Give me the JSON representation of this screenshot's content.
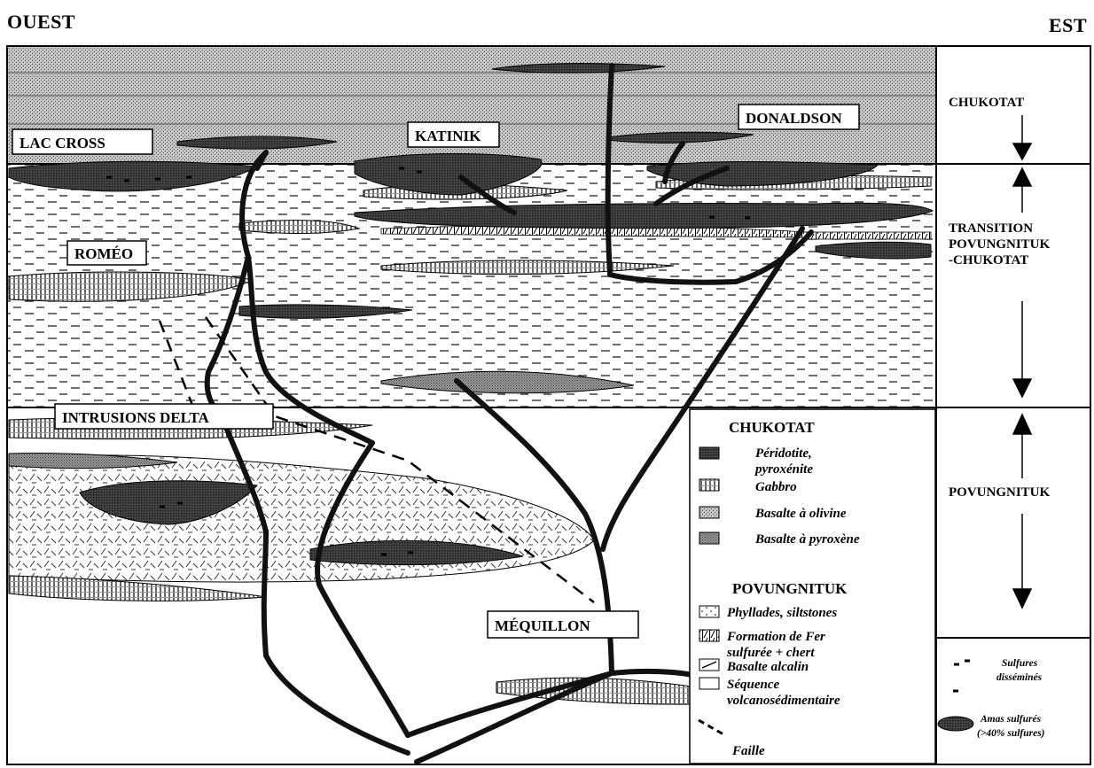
{
  "orientation": {
    "left": "OUEST",
    "right": "EST"
  },
  "deposits": {
    "lac_cross": "LAC CROSS",
    "katinik": "KATINIK",
    "donaldson": "DONALDSON",
    "romeo": "ROMÉO",
    "intrusions_delta": "INTRUSIONS DELTA",
    "mequillon": "MÉQUILLON"
  },
  "stratigraphy": {
    "chukotat": "CHUKOTAT",
    "transition": [
      "TRANSITION",
      "POVUNGNITUK",
      "-CHUKOTAT"
    ],
    "povungnituk": "POVUNGNITUK"
  },
  "legend": {
    "chukotat_title": "CHUKOTAT",
    "chukotat_items": [
      {
        "lines": [
          "Péridotite,",
          "pyroxénite"
        ],
        "swatch": "peridotite"
      },
      {
        "lines": [
          "Gabbro"
        ],
        "swatch": "gabbro"
      },
      {
        "lines": [
          "Basalte à olivine"
        ],
        "swatch": "basalt-olivine"
      },
      {
        "lines": [
          "Basalte à pyroxène"
        ],
        "swatch": "basalt-pyroxene"
      }
    ],
    "povungnituk_title": "POVUNGNITUK",
    "povungnituk_items": [
      {
        "lines": [
          "Phyllades, siltstones"
        ],
        "swatch": "phyllades"
      },
      {
        "lines": [
          "Formation de Fer",
          "sulfurée + chert"
        ],
        "swatch": "iron-formation"
      },
      {
        "lines": [
          "Basalte alcalin"
        ],
        "swatch": "alkaline-basalt"
      },
      {
        "lines": [
          "Séquence",
          "volcanosédimentaire"
        ],
        "swatch": "volcano-sedimentary"
      }
    ],
    "fault": "Faille",
    "sulfides": {
      "disseminated": [
        "Sulfures",
        "disséminés"
      ],
      "massive": [
        "Amas sulfurés",
        "(>40% sulfures)"
      ]
    }
  }
}
